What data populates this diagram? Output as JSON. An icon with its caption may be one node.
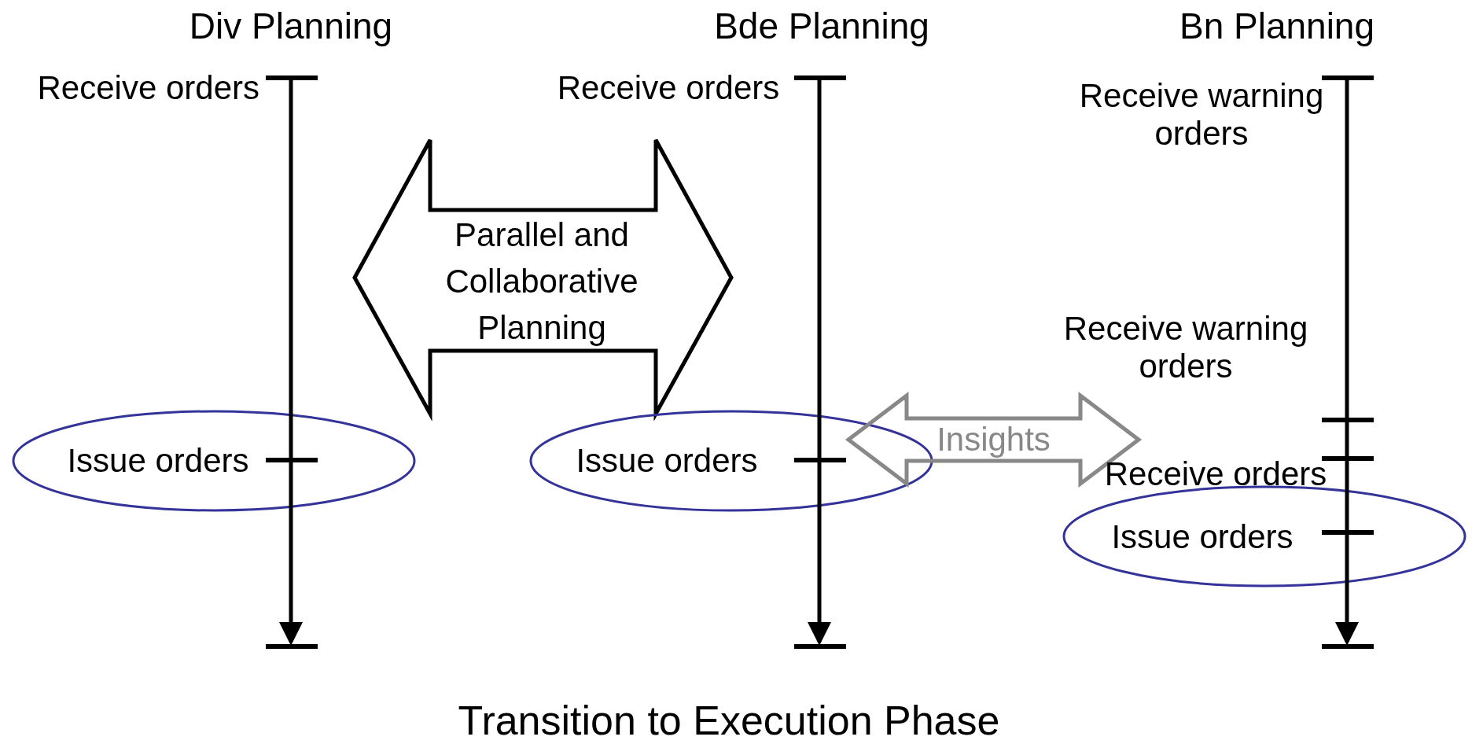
{
  "diagram": {
    "caption": "Transition to Execution Phase",
    "nodes": [
      {
        "text": [
          "Parallel and Collaborative Planning"
        ]
      },
      {
        "text": [
          "Issue orders"
        ]
      },
      {
        "text": [
          "Issue orders"
        ]
      },
      {
        "text": [
          "Issue orders"
        ]
      }
    ],
    "edges": [
      {
        "from": 2,
        "to": 3,
        "arrow": "both",
        "label": "Insights",
        "color": "#888888"
      }
    ],
    "labels": [
      "Div Planning",
      "Bde Planning",
      "Bn Planning",
      "Receive orders",
      "Receive orders",
      "Receive warning orders",
      "Receive warning orders",
      "Receive orders"
    ]
  }
}
